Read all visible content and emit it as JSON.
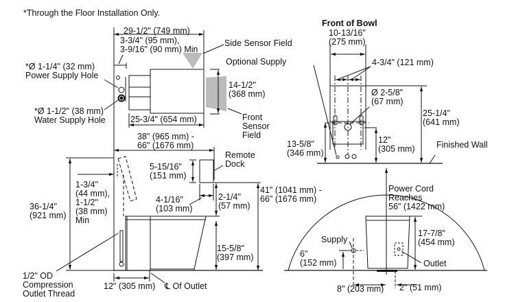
{
  "note": "*Through the Floor Installation Only.",
  "top_view": {
    "overall_width": "29-1/2\" (749 mm)",
    "wall_clearance_1": "3-3/4\" (95 mm),",
    "wall_clearance_2": "3-9/16\" (90 mm) Min",
    "side_sensor": "Side Sensor Field",
    "power_hole_1": "*Ø 1-1/4\" (32 mm)",
    "power_hole_2": "Power Supply Hole",
    "water_hole_1": "*Ø 1-1/2\" (38 mm)",
    "water_hole_2": "Water Supply Hole",
    "depth_1": "14-1/2\"",
    "depth_2": "(368 mm)",
    "bowl_length": "25-3/4\" (654 mm)",
    "front_sensor_1": "Front",
    "front_sensor_2": "Sensor",
    "front_sensor_3": "Field"
  },
  "side_view": {
    "dock_range_1": "38\" (965 mm) -",
    "dock_range_2": "66\" (1676 mm)",
    "remote_dock_1": "Remote",
    "remote_dock_2": "Dock",
    "dock_h_1": "5-15/16\"",
    "dock_h_2": "(151 mm)",
    "dock_w_1": "4-1/16\"",
    "dock_w_2": "(103 mm)",
    "dock_gap_1": "2-1/4\"",
    "dock_gap_2": "(57 mm)",
    "dock_height_1": "41\" (1041 mm) -",
    "dock_height_2": "66\" (1676 mm)",
    "lid_clear_1": "1-3/4\"",
    "lid_clear_2": "(44 mm),",
    "lid_clear_3": "1-1/2\"",
    "lid_clear_4": "(38 mm)",
    "lid_clear_5": "Min",
    "overall_h_1": "36-1/4\"",
    "overall_h_2": "(921 mm)",
    "seat_h_1": "15-5/8\"",
    "seat_h_2": "(397 mm)",
    "outlet_thread_1": "1/2\" OD",
    "outlet_thread_2": "Compression",
    "outlet_thread_3": "Outlet Thread",
    "rough_in": "12\" (305 mm)",
    "outlet_cl": "℄ Of Outlet"
  },
  "front_view": {
    "title": "Front of Bowl",
    "width_1": "10-13/16\"",
    "width_2": "(275 mm)",
    "bolt_spacing": "4-3/4\" (121 mm)",
    "optional_supply": "Optional Supply",
    "outlet_dia_1": "Ø 2-5/8\"",
    "outlet_dia_2": "(67 mm)",
    "height_1": "25-1/4\"",
    "height_2": "(641 mm)",
    "supply_h_1": "13-5/8\"",
    "supply_h_2": "(346 mm)",
    "outlet_h_1": "12\"",
    "outlet_h_2": "(305 mm)",
    "finished_wall": "Finished Wall"
  },
  "rear_view": {
    "cord_1": "Power Cord",
    "cord_2": "Reaches",
    "cord_3": "56\" (1422 mm)",
    "bowl_h_1": "17-7/8\"",
    "bowl_h_2": "(454 mm)",
    "supply": "Supply",
    "supply_h_1": "6\"",
    "supply_h_2": "(152 mm)",
    "outlet": "Outlet",
    "supply_offset": "8\" (203 mm)",
    "outlet_offset": "2\" (51 mm)"
  }
}
